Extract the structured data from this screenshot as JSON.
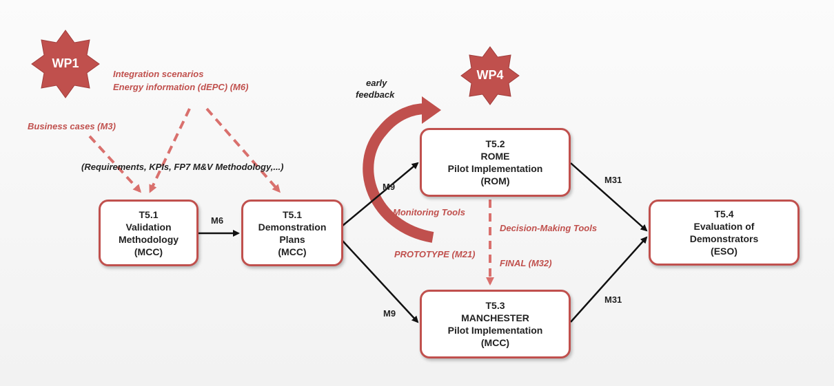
{
  "colors": {
    "accent": "#c0504d",
    "arrow": "#111111",
    "text": "#222222"
  },
  "work_packages": {
    "wp1": "WP1",
    "wp4": "WP4"
  },
  "boxes": {
    "t51_validation": {
      "code": "T5.1",
      "line1": "Validation",
      "line2": "Methodology",
      "partner": "(MCC)"
    },
    "t51_demonstration": {
      "code": "T5.1",
      "line1": "Demonstration",
      "line2": "Plans",
      "partner": "(MCC)"
    },
    "t52_rome": {
      "code": "T5.2",
      "line1": "ROME",
      "line2": "Pilot Implementation",
      "partner": "(ROM)"
    },
    "t53_manchester": {
      "code": "T5.3",
      "line1": "MANCHESTER",
      "line2": "Pilot Implementation",
      "partner": "(MCC)"
    },
    "t54_evaluation": {
      "code": "T5.4",
      "line1": "Evaluation of",
      "line2": "Demonstrators",
      "partner": "(ESO)"
    }
  },
  "milestones": {
    "m6": "M6",
    "m9_top": "M9",
    "m9_bottom": "M9",
    "m31_top": "M31",
    "m31_bottom": "M31"
  },
  "annotations": {
    "integration_scenarios": "Integration scenarios",
    "energy_information": "Energy information (dEPC)  (M6)",
    "business_cases": "Business cases  (M3)",
    "requirements": "(Requirements, KPIs, FP7 M&V Methodology,...)",
    "early": "early",
    "feedback": "feedback",
    "monitoring_tools": "Monitoring Tools",
    "decision_making_tools": "Decision-Making Tools",
    "prototype": "PROTOTYPE (M21)",
    "final": "FINAL (M32)"
  }
}
